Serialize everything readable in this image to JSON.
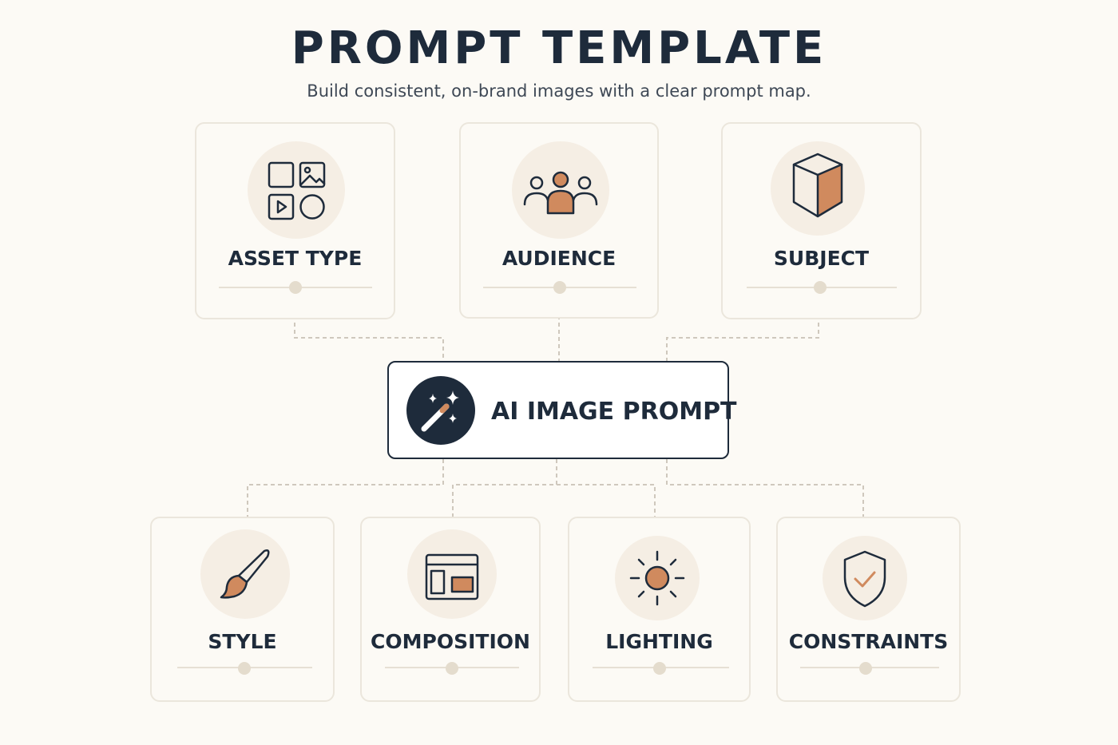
{
  "header": {
    "title": "PROMPT TEMPLATE",
    "subtitle": "Build consistent, on-brand images with a clear prompt map."
  },
  "center": {
    "label": "AI IMAGE PROMPT",
    "icon": "magic-wand-icon"
  },
  "top_cards": [
    {
      "label": "ASSET TYPE",
      "icon": "asset-types-icon"
    },
    {
      "label": "AUDIENCE",
      "icon": "people-icon"
    },
    {
      "label": "SUBJECT",
      "icon": "cube-icon"
    }
  ],
  "bottom_cards": [
    {
      "label": "STYLE",
      "icon": "paintbrush-icon"
    },
    {
      "label": "COMPOSITION",
      "icon": "layout-icon"
    },
    {
      "label": "LIGHTING",
      "icon": "sun-icon"
    },
    {
      "label": "CONSTRAINTS",
      "icon": "shield-check-icon"
    }
  ],
  "colors": {
    "background": "#fcfaf5",
    "navy": "#1e2b3b",
    "accent": "#d08a5e",
    "card_border": "#ebe6dc",
    "icon_bg": "#f5eee4",
    "connector": "#cfc8bd"
  }
}
